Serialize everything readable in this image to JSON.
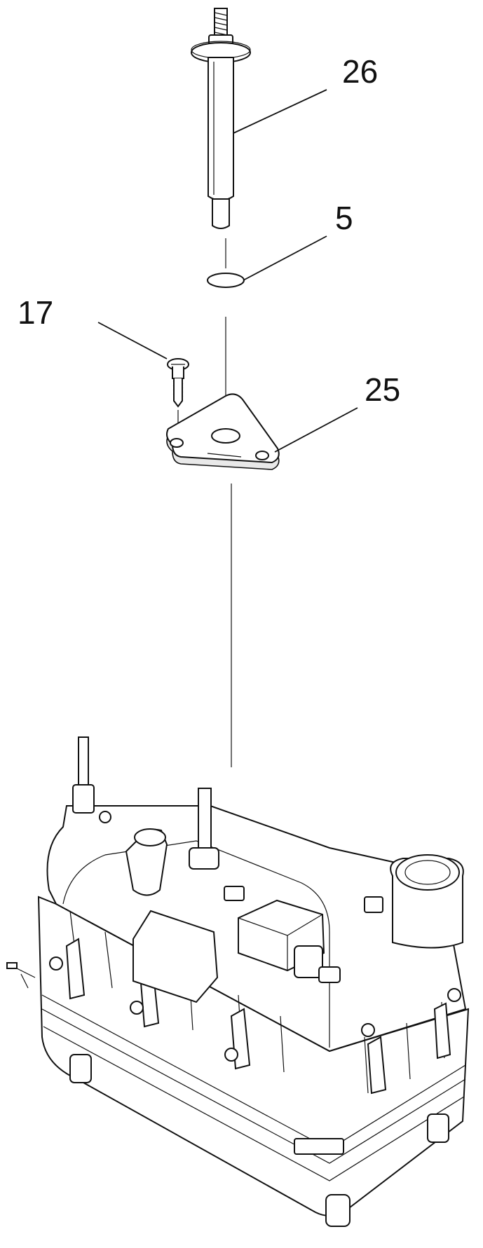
{
  "callouts": {
    "part_26": "26",
    "part_5": "5",
    "part_17": "17",
    "part_25": "25"
  }
}
